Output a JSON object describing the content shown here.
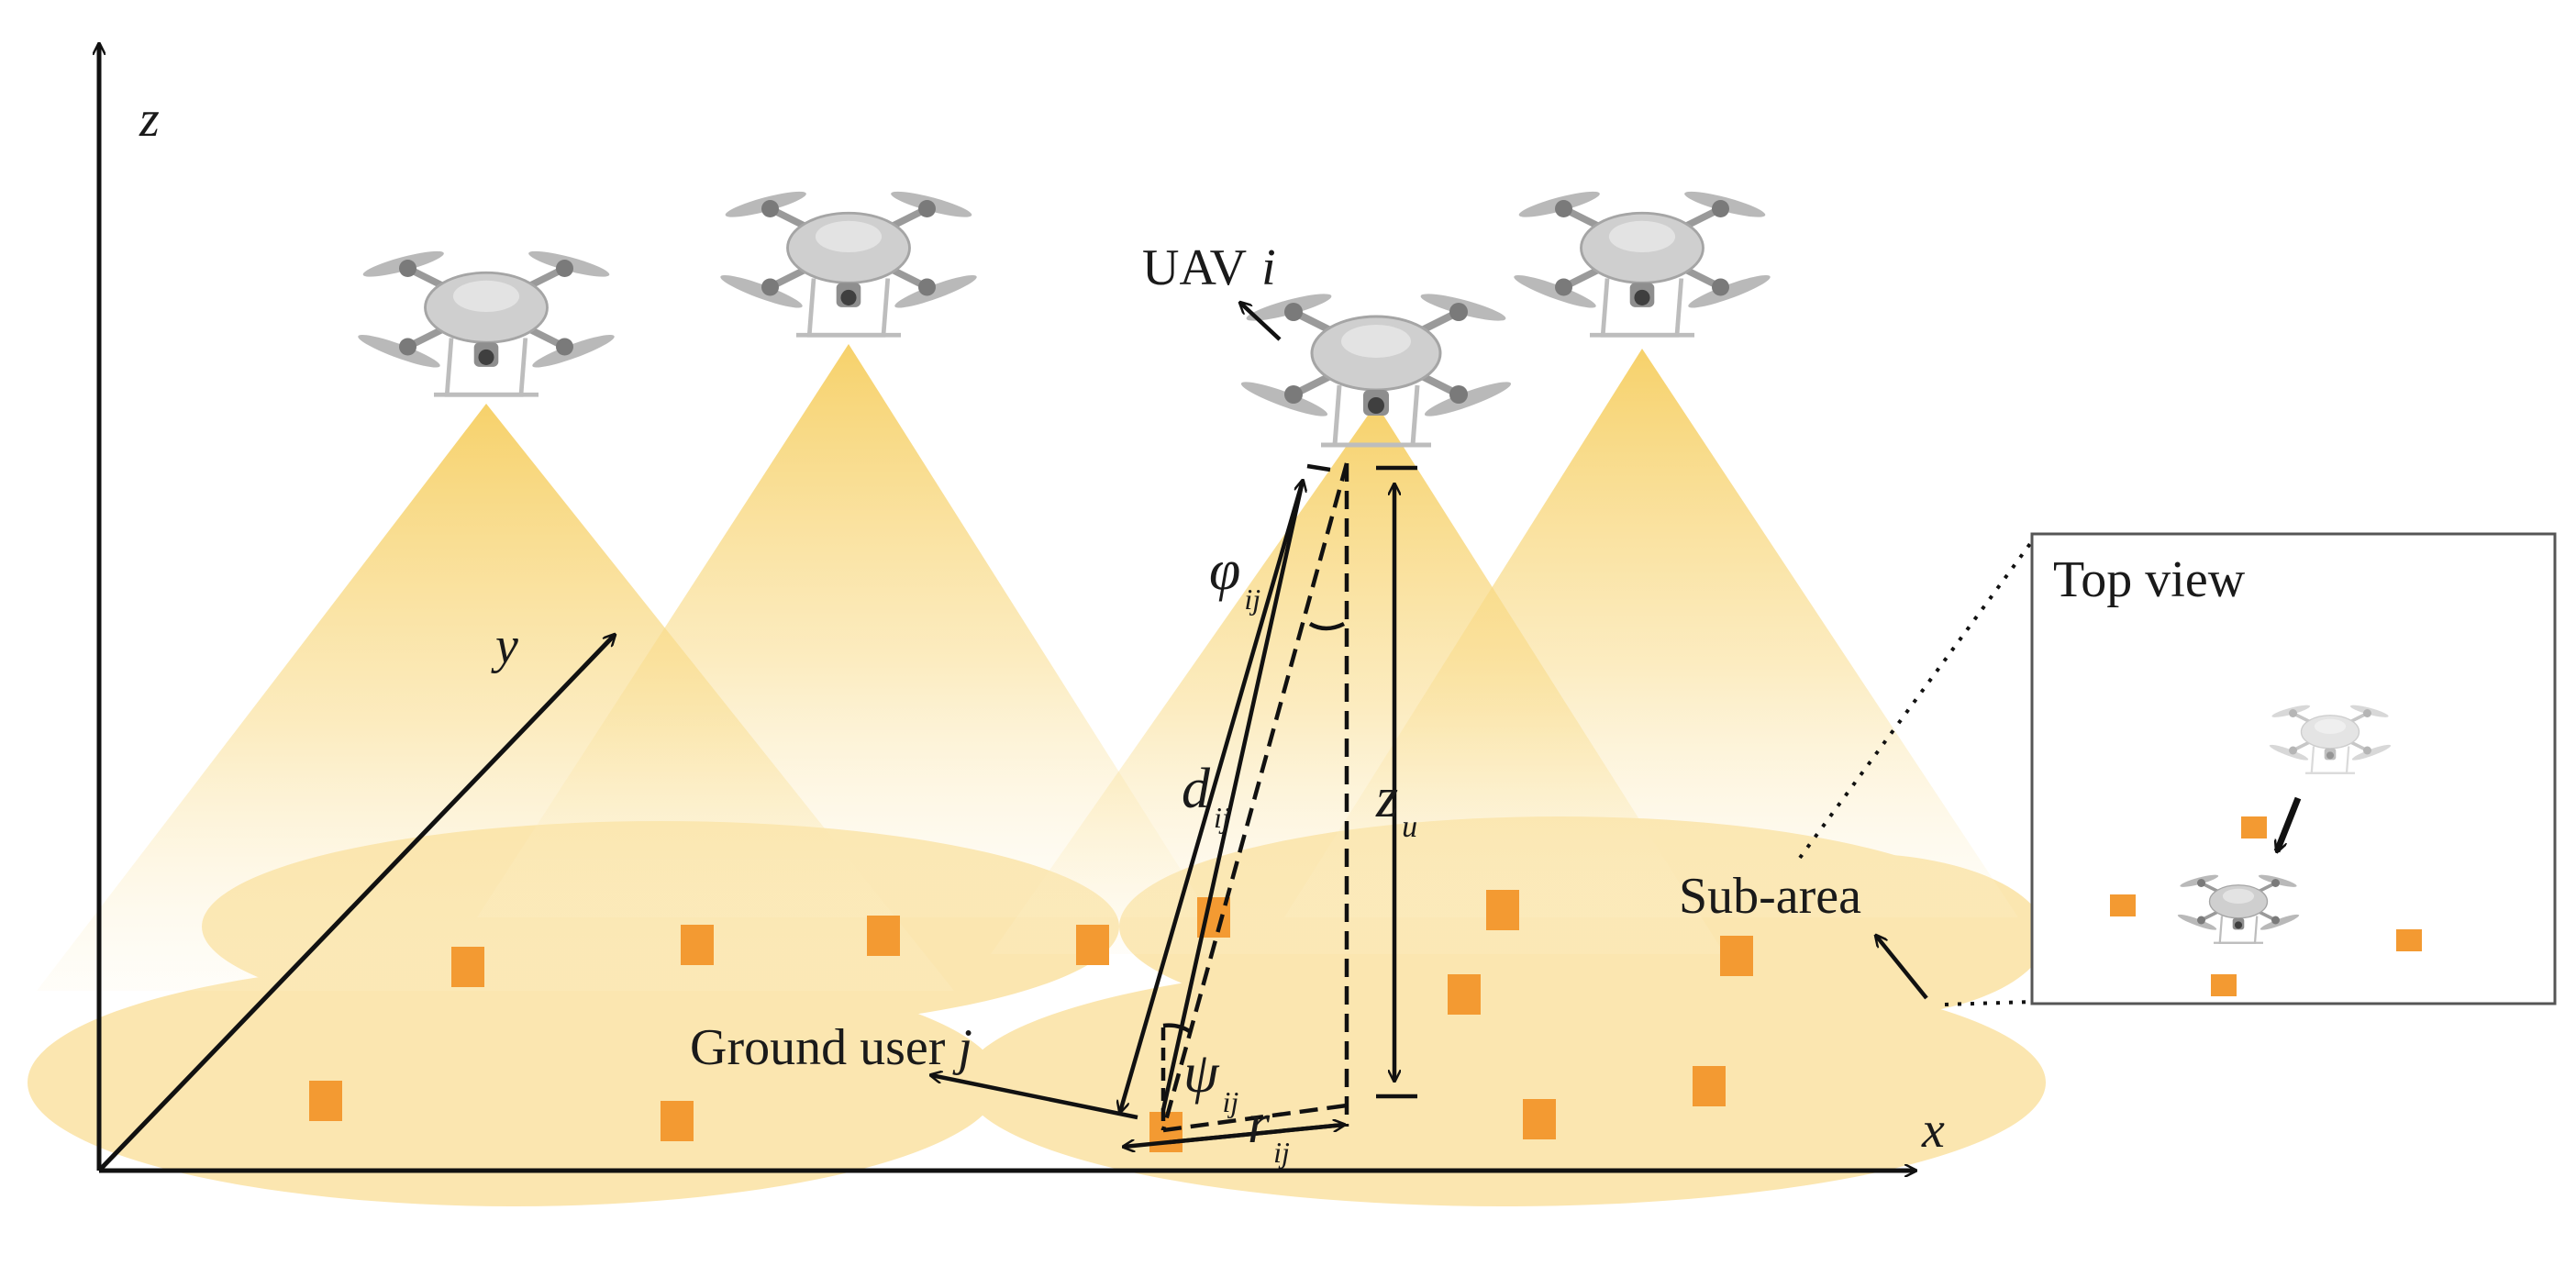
{
  "axes": {
    "x": "x",
    "y": "y",
    "z": "z"
  },
  "labels": {
    "uav": "UAV",
    "uav_index": "i",
    "ground_user": "Ground user",
    "ground_user_index": "j",
    "sub_area": "Sub-area",
    "top_view": "Top view"
  },
  "symbols": {
    "phi": "φ",
    "phi_sub": "ij",
    "d": "d",
    "d_sub": "ij",
    "z": "z",
    "z_sub": "u",
    "psi": "ψ",
    "psi_sub": "ij",
    "r": "r",
    "r_sub": "ij"
  },
  "colors": {
    "beam": "#f6cf63",
    "sub_area": "#fbe6b0",
    "user": "#f39a32",
    "drone_body": "#c8c8c8",
    "line": "#111111"
  },
  "icons": {
    "drone": "quadcopter-drone-icon",
    "user": "orange-square-marker"
  }
}
